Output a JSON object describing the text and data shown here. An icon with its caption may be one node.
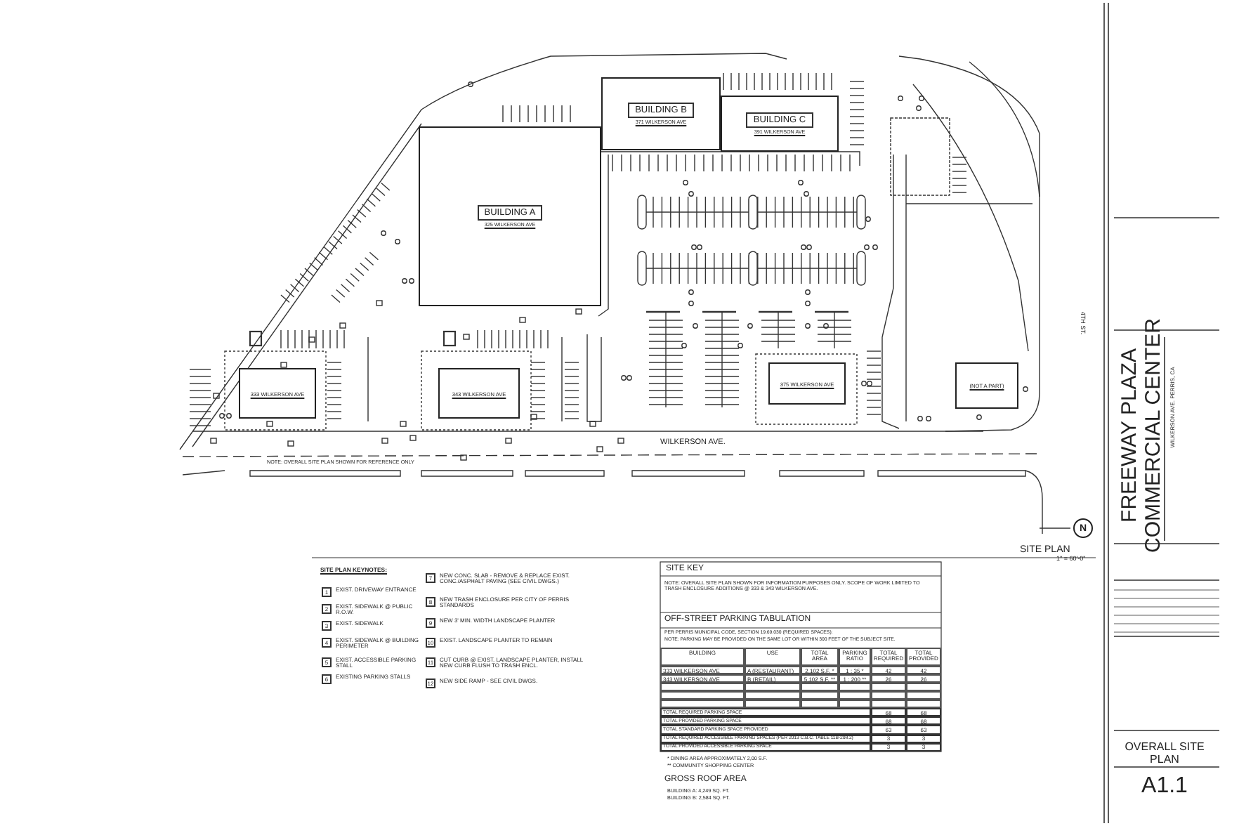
{
  "diagram": {
    "nodes": [
      {
        "text": [
          "BUILDING A",
          "325 WILKERSON AVE"
        ]
      },
      {
        "text": [
          "BUILDING B",
          "371 WILKERSON AVE"
        ]
      },
      {
        "text": [
          "BUILDING C",
          "391 WILKERSON AVE"
        ]
      },
      {
        "text": [
          "333 WILKERSON AVE"
        ]
      },
      {
        "text": [
          "343 WILKERSON AVE"
        ]
      },
      {
        "text": [
          "375 WILKERSON AVE"
        ]
      },
      {
        "text": [
          "(NOT A PART)"
        ]
      }
    ],
    "labels": [
      "WILKERSON AVE.",
      "4TH ST.",
      "NOTE: OVERALL SITE PLAN SHOWN FOR REFERENCE ONLY",
      "N",
      "SITE PLAN",
      "1\" = 60'-0\"",
      "SITE PLAN KEYNOTES:",
      "1",
      "EXIST. DRIVEWAY ENTRANCE",
      "2",
      "EXIST. SIDEWALK @ PUBLIC R.O.W.",
      "3",
      "EXIST. SIDEWALK",
      "4",
      "EXIST. SIDEWALK @ BUILDING PERIMETER",
      "5",
      "EXIST. ACCESSIBLE PARKING STALL",
      "6",
      "EXISTING PARKING STALLS",
      "7",
      "NEW CONC. SLAB - REMOVE & REPLACE EXIST. CONC./ASPHALT PAVING (SEE CIVIL DWGS.)",
      "8",
      "NEW TRASH ENCLOSURE PER CITY OF PERRIS STANDARDS",
      "9",
      "NEW 3' MIN. WIDTH LANDSCAPE PLANTER",
      "10",
      "EXIST. LANDSCAPE PLANTER TO REMAIN",
      "11",
      "CUT CURB @ EXIST. LANDSCAPE PLANTER, INSTALL NEW CURB FLUSH TO TRASH ENCL.",
      "12",
      "NEW SIDE RAMP - SEE CIVIL DWGS.",
      "SITE KEY",
      "NOTE: OVERALL SITE PLAN SHOWN FOR INFORMATION PURPOSES ONLY. SCOPE OF WORK LIMITED TO TRASH ENCLOSURE ADDITIONS @ 333 & 343 WILKERSON AVE.",
      "OFF-STREET PARKING TABULATION",
      "PER PERRIS MUNICIPAL CODE, SECTION 19.69.030 (REQUIRED SPACES):",
      "NOTE: PARKING MAY BE PROVIDED ON THE SAME LOT OR WITHIN 300 FEET OF THE SUBJECT SITE.",
      "BUILDING",
      "USE",
      "TOTAL AREA",
      "PARKING RATIO",
      "TOTAL REQUIRED",
      "TOTAL PROVIDED",
      "333 WILKERSON AVE",
      "A (RESTAURANT)",
      "2,102 S.F. *",
      "1 : 35 *",
      "42",
      "42",
      "343 WILKERSON AVE",
      "B (RETAIL)",
      "5,102 S.F. **",
      "1 : 200 **",
      "26",
      "26",
      "TOTAL REQUIRED PARKING SPACE",
      "68",
      "68",
      "TOTAL PROVIDED PARKING SPACE",
      "68",
      "68",
      "TOTAL STANDARD PARKING SPACE PROVIDED",
      "63",
      "63",
      "TOTAL REQUIRED ACCESSIBLE PARKING SPACES (PER 2013 C.B.C. TABLE 11B-208.2)",
      "3",
      "3",
      "TOTAL PROVIDED ACCESSIBLE PARKING SPACE",
      "3",
      "3",
      "* DINING AREA APPROXIMATELY 2,00 S.F.",
      "** COMMUNITY SHOPPING CENTER",
      "GROSS ROOF AREA",
      "BUILDING A: 4,249 SQ. FT.",
      "BUILDING B: 2,584 SQ. FT.",
      "FREEWAY PLAZA",
      "COMMERCIAL CENTER",
      "WILKERSON AVE. PERRIS, CA",
      "OVERALL SITE PLAN",
      "A1.1"
    ]
  }
}
